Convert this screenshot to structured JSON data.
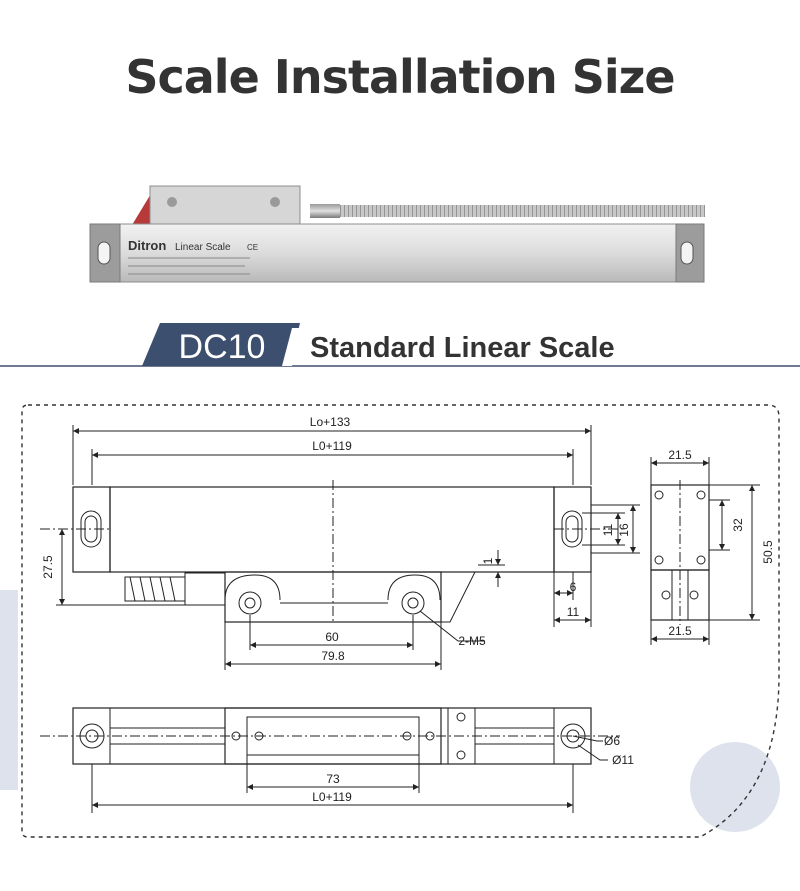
{
  "header": {
    "title": "Scale Installation Size"
  },
  "product_photo": {
    "brand": "Ditron",
    "label": "Linear Scale",
    "ce_mark": "CE"
  },
  "section": {
    "model": "DC10",
    "subtitle": "Standard Linear Scale"
  },
  "dimensions": {
    "overall_length": "Lo+133",
    "inner_length_top": "L0+119",
    "height_left": "27.5",
    "hole_spacing_11": "11",
    "hole_spacing_16": "16",
    "gap_1": "1",
    "offset_6": "6",
    "offset_11": "11",
    "reader_60": "60",
    "reader_79_8": "79.8",
    "thread": "2-M5",
    "side_width_top": "21.5",
    "side_32": "32",
    "side_50_5": "50.5",
    "side_width_bottom": "21.5",
    "bottom_73": "73",
    "bottom_length": "L0+119",
    "diameter_6": "Ø6",
    "diameter_11": "Ø11"
  },
  "colors": {
    "banner_dark": "#3d4f6e",
    "accent_corner": "#d9dee9",
    "line": "#222222"
  }
}
